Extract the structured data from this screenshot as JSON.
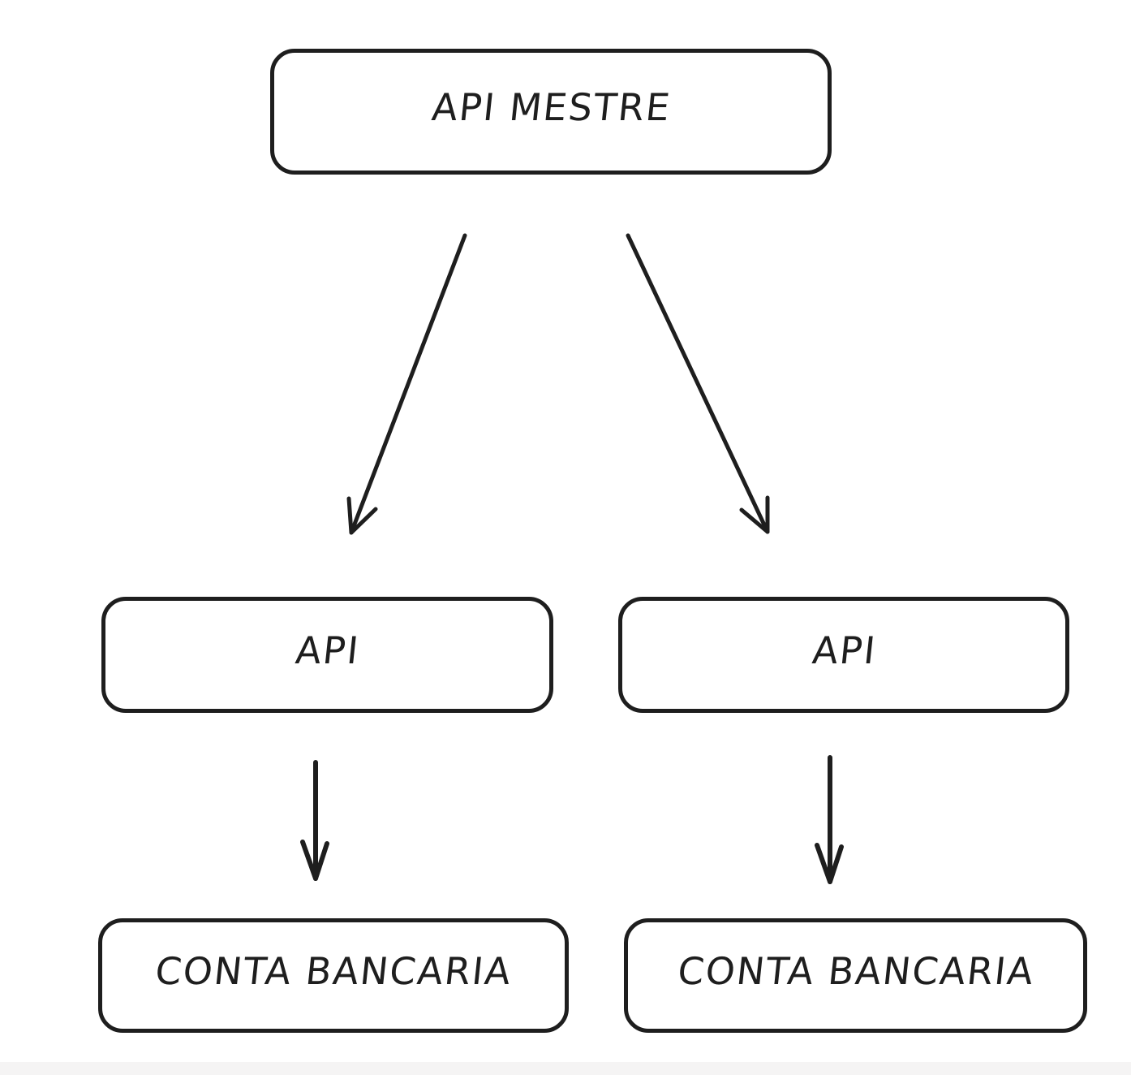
{
  "diagram": {
    "type": "flowchart",
    "style": "hand-drawn (whiteboard sketch)",
    "colors": {
      "stroke": "#1e1e1e",
      "background": "#ffffff",
      "footer_strip": "#f5f4f4"
    },
    "nodes": [
      {
        "id": "api-mestre",
        "label": "API MESTRE",
        "row": "top"
      },
      {
        "id": "api-left",
        "label": "API",
        "row": "middle"
      },
      {
        "id": "api-right",
        "label": "API",
        "row": "middle"
      },
      {
        "id": "conta-bancaria-left",
        "label": "CONTA BANCARIA",
        "row": "bottom"
      },
      {
        "id": "conta-bancaria-right",
        "label": "CONTA BANCARIA",
        "row": "bottom"
      }
    ],
    "edges": [
      {
        "from": "api-mestre",
        "to": "api-left",
        "type": "arrow"
      },
      {
        "from": "api-mestre",
        "to": "api-right",
        "type": "arrow"
      },
      {
        "from": "api-left",
        "to": "conta-bancaria-left",
        "type": "arrow"
      },
      {
        "from": "api-right",
        "to": "conta-bancaria-right",
        "type": "arrow"
      }
    ]
  }
}
